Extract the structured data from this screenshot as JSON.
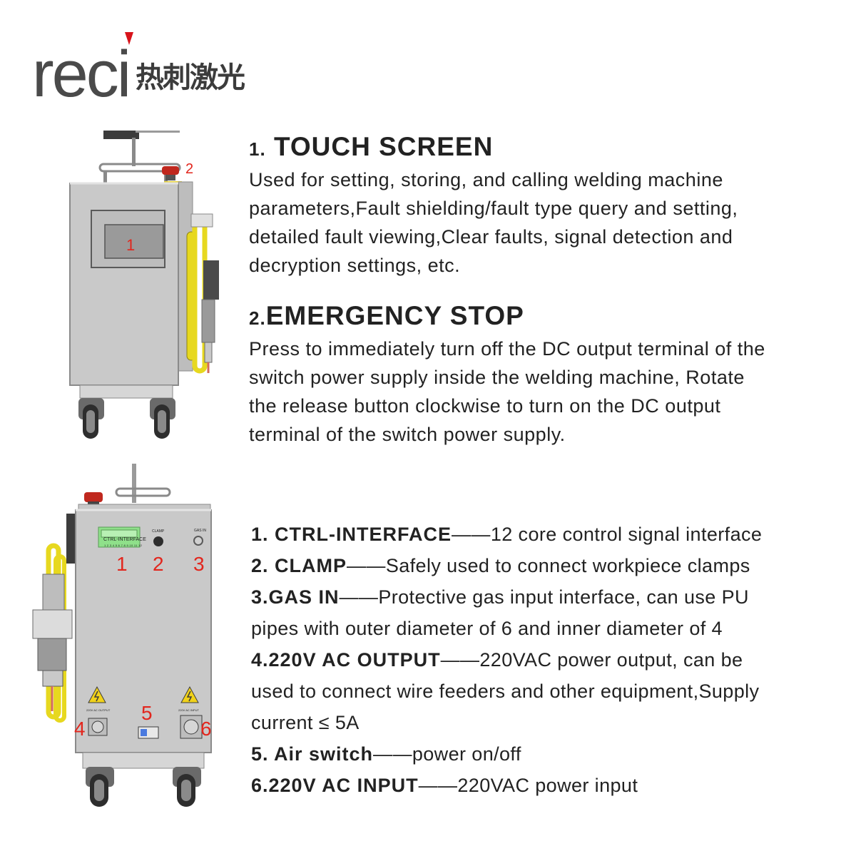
{
  "brand": {
    "logo_text": "reci",
    "cn_name": "热刺激光",
    "accent_color": "#d8131b"
  },
  "section1": {
    "number": "1.",
    "title": "TOUCH SCREEN",
    "lines": [
      "Used for setting, storing, and calling welding machine",
      "parameters,Fault shielding/fault type query and setting,",
      "detailed fault viewing,Clear faults, signal detection and",
      "decryption settings, etc."
    ]
  },
  "section2": {
    "number": "2.",
    "title": "EMERGENCY STOP",
    "lines": [
      "Press to immediately turn off the DC output terminal of the",
      "switch power supply inside the welding machine, Rotate",
      "the release button clockwise to turn on the DC output",
      "terminal of the switch power supply."
    ]
  },
  "interfaces": [
    {
      "label": "1. CTRL-INTERFACE",
      "desc": "——12 core control signal interface",
      "cont": []
    },
    {
      "label": "2. CLAMP",
      "desc": "——Safely used to connect workpiece clamps",
      "cont": []
    },
    {
      "label": "3.GAS IN",
      "desc": "——Protective gas input interface, can use PU",
      "cont": [
        "pipes with outer diameter of 6 and inner diameter of 4"
      ]
    },
    {
      "label": "4.220V AC OUTPUT",
      "desc": "——220VAC power output, can be",
      "cont": [
        "used to connect wire feeders and other equipment,Supply",
        "current ≤ 5A"
      ]
    },
    {
      "label": "5. Air switch",
      "desc": "——power on/off",
      "cont": []
    },
    {
      "label": "6.220V AC INPUT",
      "desc": "——220VAC power input",
      "cont": []
    }
  ],
  "front_view": {
    "callout_screen": "1",
    "callout_estop": "2"
  },
  "rear_view": {
    "panel_label": "CTRL-INTERFACE",
    "panel_pins": "1 2 3 4 5 6 7 8 9 10 11 12",
    "clamp_label": "CLAMP",
    "gas_label": "GAS IN",
    "ac_output_label": "220V AC OUTPUT",
    "ac_input_label": "220V AC INPUT",
    "callouts": [
      "1",
      "2",
      "3",
      "4",
      "5",
      "6"
    ]
  },
  "colors": {
    "callout": "#e2261d",
    "body": "#c9c9c9",
    "screen": "#9a9a9a",
    "hose": "#e7d81f",
    "estop": "#c0281e",
    "warning": "#f1d21a",
    "ctrl_panel": "#8fe08a"
  }
}
